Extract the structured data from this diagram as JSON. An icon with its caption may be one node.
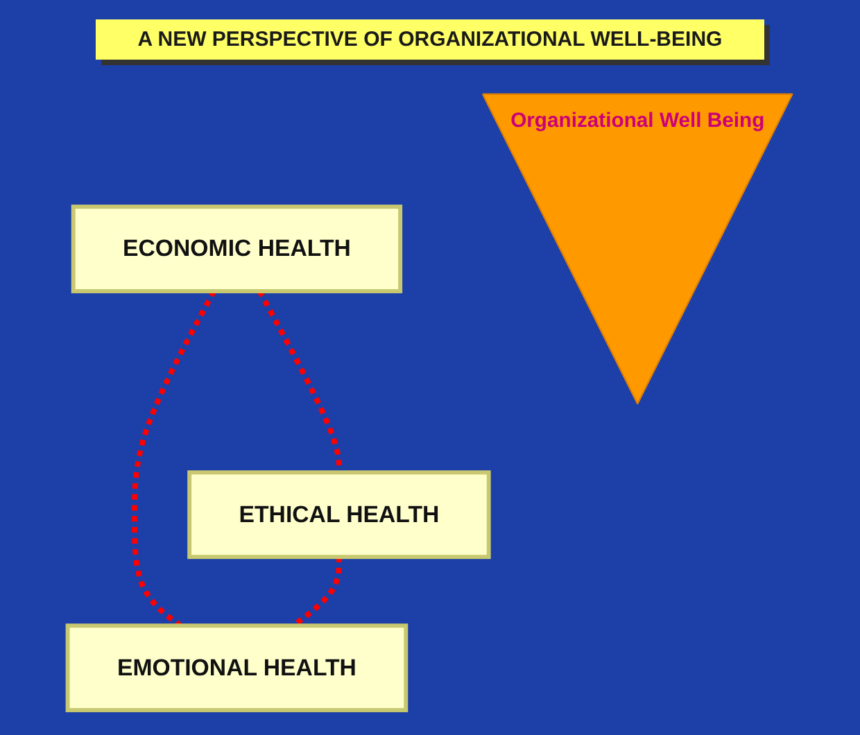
{
  "diagram": {
    "title": "A NEW PERSPECTIVE OF ORGANIZATIONAL WELL-BEING",
    "nodes": [
      {
        "text": [
          "ECONOMIC HEALTH"
        ]
      },
      {
        "text": [
          "ETHICAL HEALTH"
        ]
      },
      {
        "text": [
          "Organizational Well Being"
        ]
      },
      {
        "text": [
          "EMOTIONAL HEALTH"
        ]
      }
    ],
    "edges": [
      {
        "from": 0,
        "to": 1,
        "arrow": "none",
        "style": "dashed"
      },
      {
        "from": 0,
        "to": 3,
        "arrow": "none",
        "style": "dashed"
      },
      {
        "from": 1,
        "to": 3,
        "arrow": "none",
        "style": "dashed"
      }
    ]
  }
}
